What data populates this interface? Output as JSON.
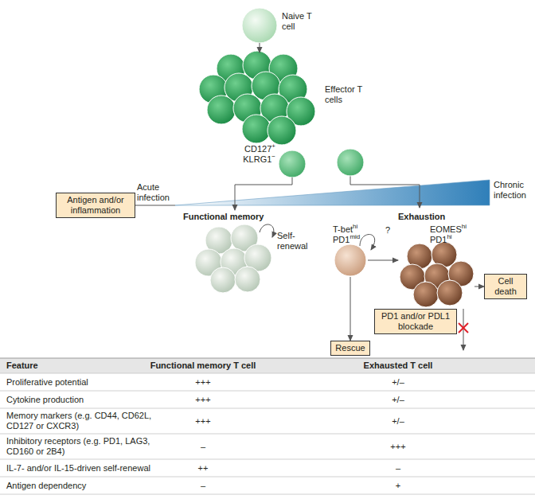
{
  "diagram": {
    "nodes": [
      {
        "text": [
          "Naive T cell"
        ]
      },
      {
        "text": [
          "Effector T cells"
        ]
      },
      {
        "text": [
          "CD127",
          "+",
          "KLRG1",
          "−"
        ]
      },
      {
        "text": [
          "Antigen and/or inflammation"
        ]
      },
      {
        "text": [
          "Functional memory"
        ]
      },
      {
        "text": [
          "T-bet",
          "hi",
          "PD1",
          "mid"
        ]
      },
      {
        "text": [
          "EOMES",
          "hi",
          "PD1",
          "hi"
        ]
      },
      {
        "text": [
          "Cell death"
        ]
      },
      {
        "text": [
          "PD1 and/or PDL1 blockade"
        ]
      },
      {
        "text": [
          "Rescue"
        ]
      }
    ],
    "edges": [
      {
        "from": 0,
        "to": 1,
        "arrow": "to"
      },
      {
        "from": 2,
        "to": 4,
        "arrow": "to"
      },
      {
        "from": 5,
        "to": 6,
        "arrow": "to"
      },
      {
        "from": 6,
        "to": 7,
        "arrow": "to"
      },
      {
        "from": 5,
        "to": 9,
        "arrow": "to"
      }
    ],
    "labels": [
      "Acute infection",
      "Chronic infection",
      "Exhaustion",
      "Self-renewal",
      "?",
      "Feature",
      "Functional memory T cell",
      "Exhausted T cell",
      "Proliferative potential",
      "+++",
      "+/–",
      "Cytokine production",
      "+++",
      "+/–",
      "Memory markers (e.g. CD44, CD62L, CD127 or CXCR3)",
      "+++",
      "+/–",
      "Inhibitory receptors (e.g. PD1, LAG3, CD160 or 2B4)",
      "–",
      "+++",
      "IL-7- and/or IL-15-driven self-renewal",
      "++",
      "–",
      "Antigen dependency",
      "–",
      "+"
    ]
  }
}
